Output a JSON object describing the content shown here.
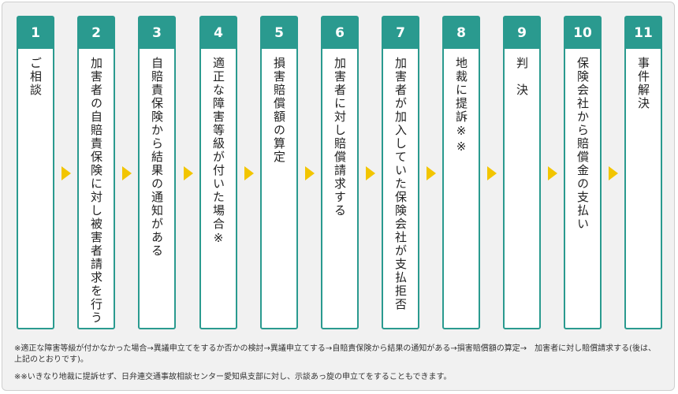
{
  "steps": [
    {
      "num": "1",
      "label": "ご相談"
    },
    {
      "num": "2",
      "label": "加害者の自賠責保険に対し被害者請求を行う"
    },
    {
      "num": "3",
      "label": "自賠責保険から結果の通知がある"
    },
    {
      "num": "4",
      "label": "適正な障害等級が付いた場合※"
    },
    {
      "num": "5",
      "label": "損害賠償額の算定"
    },
    {
      "num": "6",
      "label": "加害者に対し賠償請求する"
    },
    {
      "num": "7",
      "label": "加害者が加入していた保険会社が支払拒否"
    },
    {
      "num": "8",
      "label": "地裁に提訴※※"
    },
    {
      "num": "9",
      "label": "判　決"
    },
    {
      "num": "10",
      "label": "保険会社から賠償金の支払い"
    },
    {
      "num": "11",
      "label": "事件解決"
    }
  ],
  "notes": {
    "note1": "※適正な障害等級が付かなかった場合→異議申立てをするか否かの検討→異議申立てする→自賠責保険から結果の通知がある→損害賠償額の算定→　加害者に対し賠償請求する(後は、上記のとおりです)。",
    "note2": "※※いきなり地裁に提訴せず、日弁連交通事故相談センター愛知県支部に対し、示談あっ旋の申立てをすることもできます。"
  },
  "colors": {
    "accent": "#2a9a8f",
    "arrow": "#f2c500"
  }
}
